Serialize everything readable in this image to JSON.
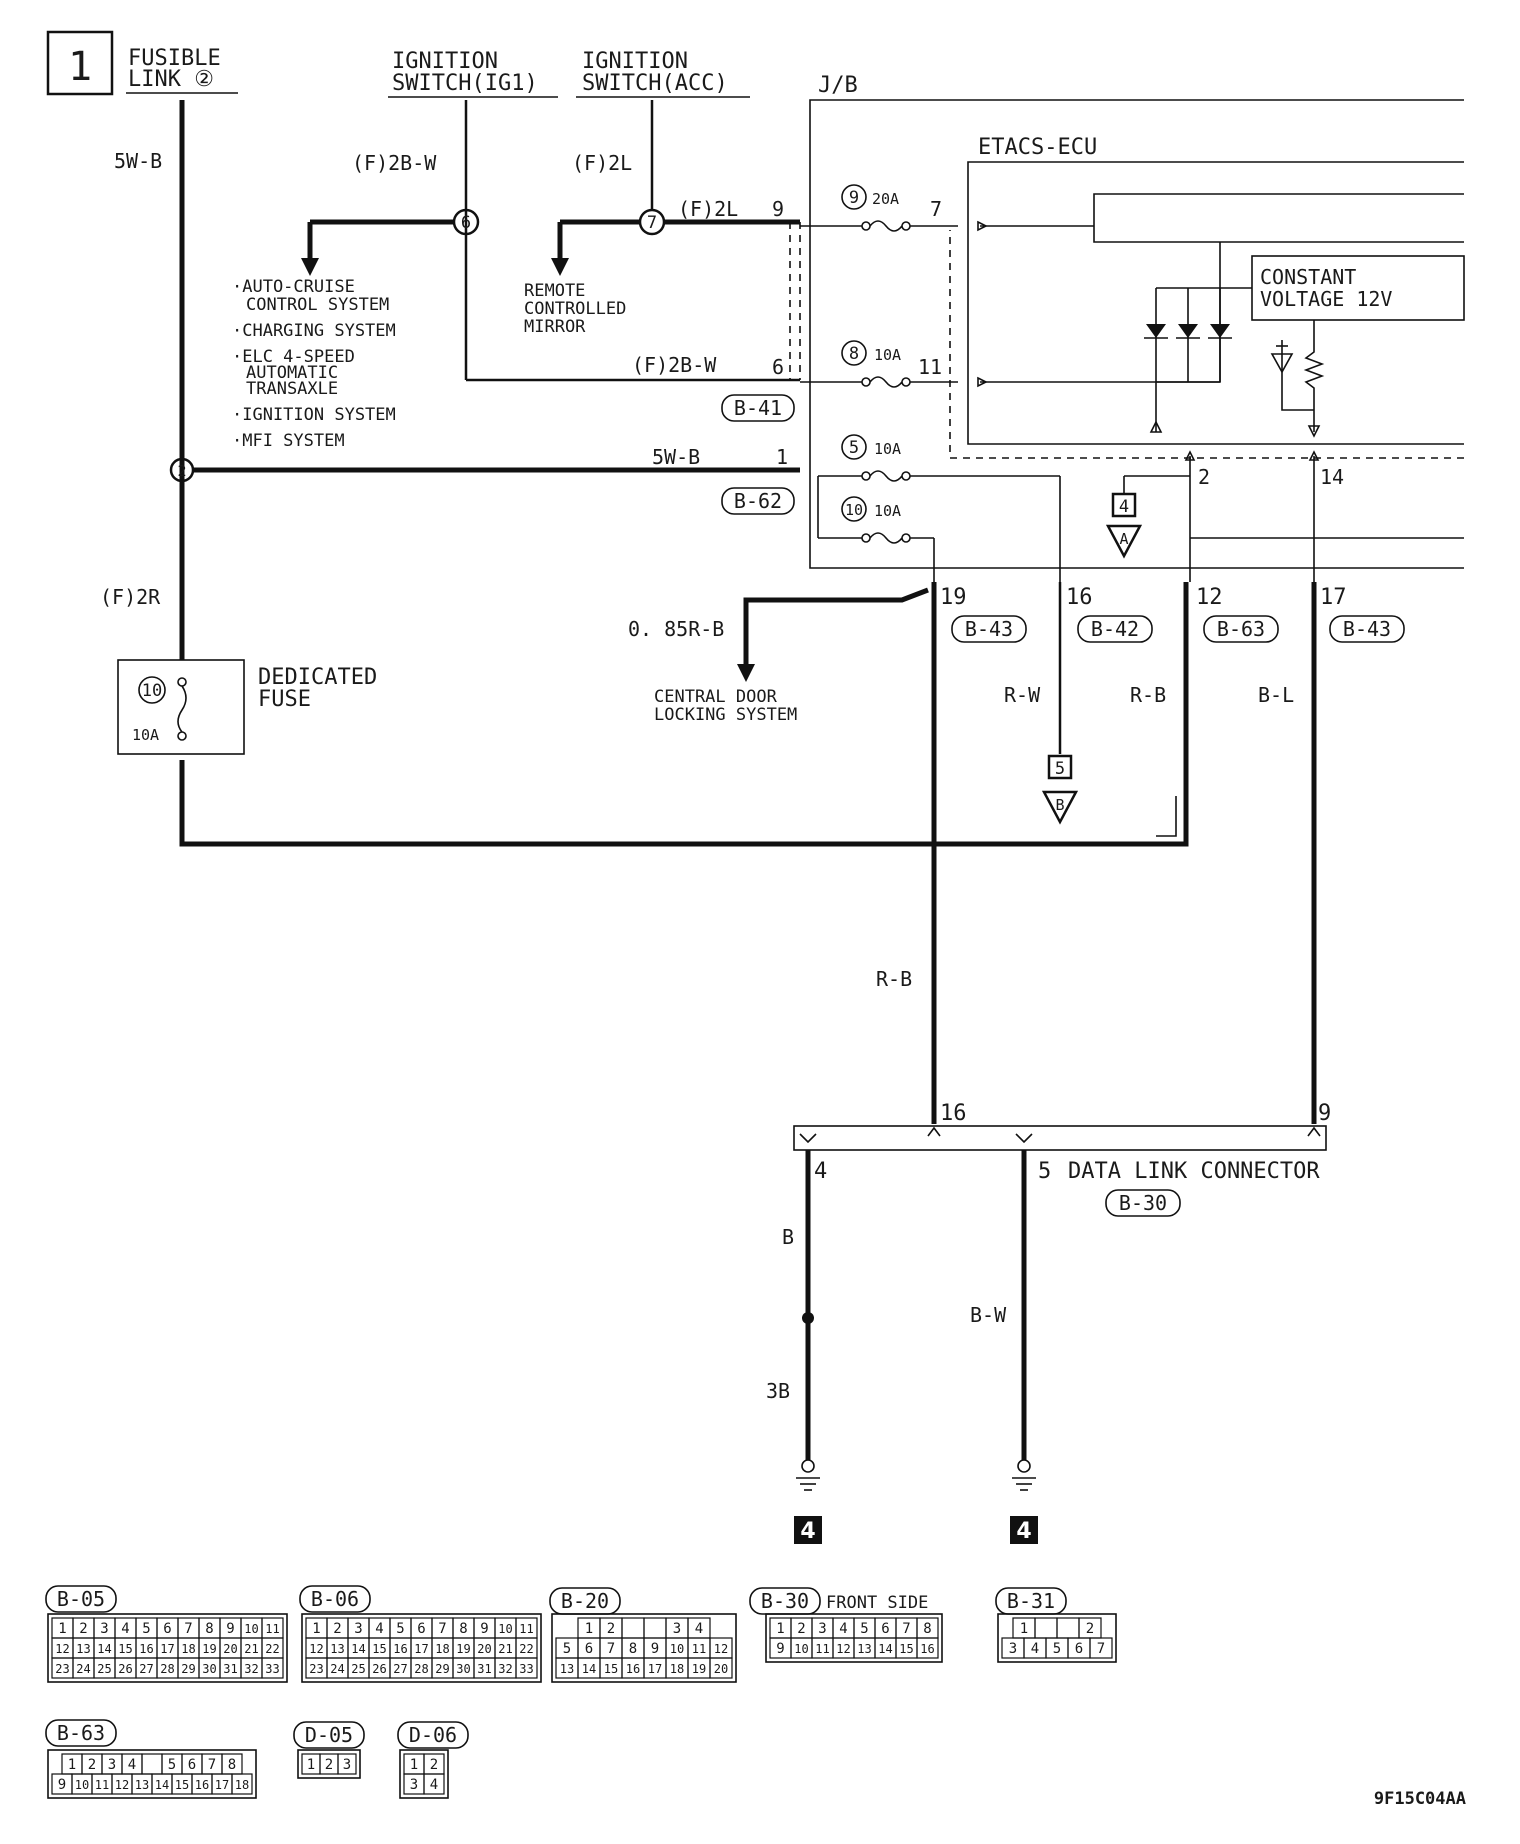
{
  "page": {
    "number": "1",
    "code": "9F15C04AA"
  },
  "sources": {
    "fusible_link": [
      "FUSIBLE",
      "LINK ②"
    ],
    "ign_ig1": [
      "IGNITION",
      "SWITCH(IG1)"
    ],
    "ign_acc": [
      "IGNITION",
      "SWITCH(ACC)"
    ]
  },
  "wires": {
    "w_5wb_top": "5W-B",
    "w_f2bw_top": "(F)2B-W",
    "w_f2l_top": "(F)2L",
    "w_f2l_mid": "(F)2L",
    "w_f2bw_mid": "(F)2B-W",
    "w_5wb_mid": "5W-B",
    "w_f2r": "(F)2R",
    "w_085rb": "0. 85R-B",
    "w_rw": "R-W",
    "w_rb1": "R-B",
    "w_bl": "B-L",
    "w_rb2": "R-B",
    "w_b": "B",
    "w_3b": "3B",
    "w_bw": "B-W"
  },
  "junctions": {
    "j6": "6",
    "j7": "7",
    "j2": "2"
  },
  "systems": {
    "ig1_list": [
      "·AUTO-CRUISE",
      "CONTROL SYSTEM",
      "·CHARGING SYSTEM",
      "·ELC 4-SPEED",
      "AUTOMATIC",
      "TRANSAXLE",
      "·IGNITION SYSTEM",
      "·MFI SYSTEM"
    ],
    "remote_mirror": [
      "REMOTE",
      "CONTROLLED",
      "MIRROR"
    ],
    "central_door": [
      "CENTRAL DOOR",
      "LOCKING SYSTEM"
    ]
  },
  "jb": {
    "label": "J/B",
    "ecu_label": "ETACS-ECU",
    "constant_voltage": [
      "CONSTANT",
      "VOLTAGE 12V"
    ],
    "fuses": [
      {
        "num": "9",
        "rating": "20A"
      },
      {
        "num": "8",
        "rating": "10A"
      },
      {
        "num": "5",
        "rating": "10A"
      },
      {
        "num": "10",
        "rating": "10A"
      }
    ],
    "pins_left": [
      "9",
      "6",
      "1"
    ],
    "pins_ecu": [
      "7",
      "11",
      "2",
      "14"
    ],
    "pins_bottom": [
      "19",
      "16",
      "12",
      "17"
    ],
    "conn_left": [
      "B-41",
      "B-62"
    ],
    "conn_bottom": [
      "B-43",
      "B-42",
      "B-63",
      "B-43"
    ]
  },
  "refs": {
    "ref_4": "4",
    "ref_a": "A",
    "ref_5": "5",
    "ref_b": "B"
  },
  "dedicated_fuse": {
    "label": [
      "DEDICATED",
      "FUSE"
    ],
    "num": "10",
    "rating": "10A"
  },
  "dlc": {
    "label": "DATA LINK CONNECTOR",
    "conn": "B-30",
    "pins": [
      "16",
      "9",
      "4",
      "5"
    ]
  },
  "grounds": [
    "4",
    "4"
  ],
  "connectors": [
    {
      "id": "B-05",
      "rows": [
        [
          "1",
          "2",
          "3",
          "4",
          "5",
          "6",
          "7",
          "8",
          "9",
          "10",
          "11"
        ],
        [
          "12",
          "13",
          "14",
          "15",
          "16",
          "17",
          "18",
          "19",
          "20",
          "21",
          "22"
        ],
        [
          "23",
          "24",
          "25",
          "26",
          "27",
          "28",
          "29",
          "30",
          "31",
          "32",
          "33"
        ]
      ]
    },
    {
      "id": "B-06",
      "rows": [
        [
          "1",
          "2",
          "3",
          "4",
          "5",
          "6",
          "7",
          "8",
          "9",
          "10",
          "11"
        ],
        [
          "12",
          "13",
          "14",
          "15",
          "16",
          "17",
          "18",
          "19",
          "20",
          "21",
          "22"
        ],
        [
          "23",
          "24",
          "25",
          "26",
          "27",
          "28",
          "29",
          "30",
          "31",
          "32",
          "33"
        ]
      ]
    },
    {
      "id": "B-20",
      "rows": [
        [
          "1",
          "2",
          "",
          "",
          "3",
          "4"
        ],
        [
          "5",
          "6",
          "7",
          "8",
          "9",
          "10",
          "11",
          "12"
        ],
        [
          "13",
          "14",
          "15",
          "16",
          "17",
          "18",
          "19",
          "20"
        ]
      ]
    },
    {
      "id": "B-30",
      "note": "FRONT SIDE",
      "rows": [
        [
          "1",
          "2",
          "3",
          "4",
          "5",
          "6",
          "7",
          "8"
        ],
        [
          "9",
          "10",
          "11",
          "12",
          "13",
          "14",
          "15",
          "16"
        ]
      ]
    },
    {
      "id": "B-31",
      "rows": [
        [
          "1",
          "",
          "",
          "2"
        ],
        [
          "3",
          "4",
          "5",
          "6",
          "7"
        ]
      ]
    },
    {
      "id": "B-63",
      "rows": [
        [
          "1",
          "2",
          "3",
          "4",
          "",
          "5",
          "6",
          "7",
          "8"
        ],
        [
          "9",
          "10",
          "11",
          "12",
          "13",
          "14",
          "15",
          "16",
          "17",
          "18"
        ]
      ]
    },
    {
      "id": "D-05",
      "rows": [
        [
          "1",
          "2",
          "3"
        ]
      ]
    },
    {
      "id": "D-06",
      "rows": [
        [
          "1",
          "2"
        ],
        [
          "3",
          "4"
        ]
      ]
    }
  ]
}
